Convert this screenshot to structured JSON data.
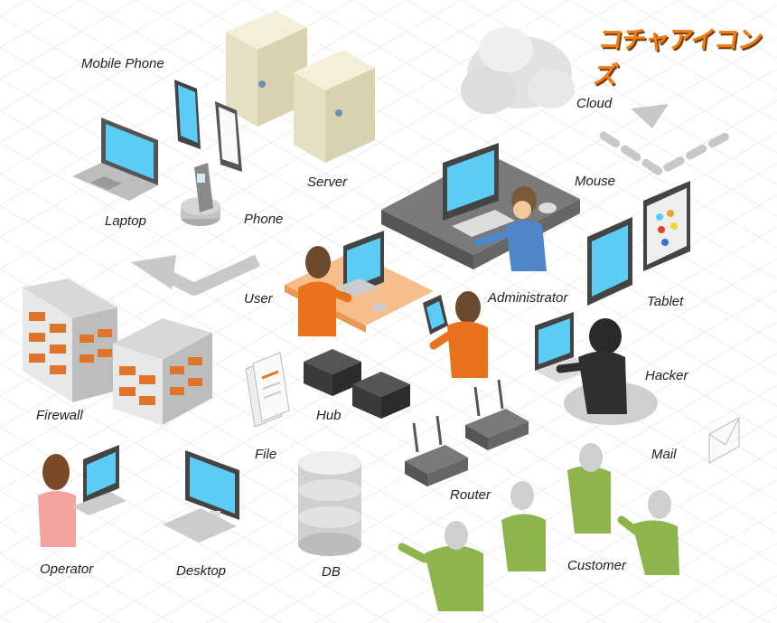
{
  "logo": "コチャアイコンズ",
  "labels": {
    "mobile_phone": "Mobile Phone",
    "server": "Server",
    "cloud": "Cloud",
    "laptop": "Laptop",
    "phone": "Phone",
    "mouse": "Mouse",
    "user": "User",
    "administrator": "Administrator",
    "tablet": "Tablet",
    "hacker": "Hacker",
    "firewall": "Firewall",
    "hub": "Hub",
    "file": "File",
    "mail": "Mail",
    "router": "Router",
    "customer": "Customer",
    "operator": "Operator",
    "desktop": "Desktop",
    "db": "DB"
  },
  "colors": {
    "screen": "#5bcdf5",
    "orange": "#e8731c",
    "green": "#8db54b",
    "admin_blue": "#4f86c8",
    "brick": "#e0742a",
    "server_beige": "#e8e3c8",
    "dark_gray": "#3f3f3f"
  }
}
